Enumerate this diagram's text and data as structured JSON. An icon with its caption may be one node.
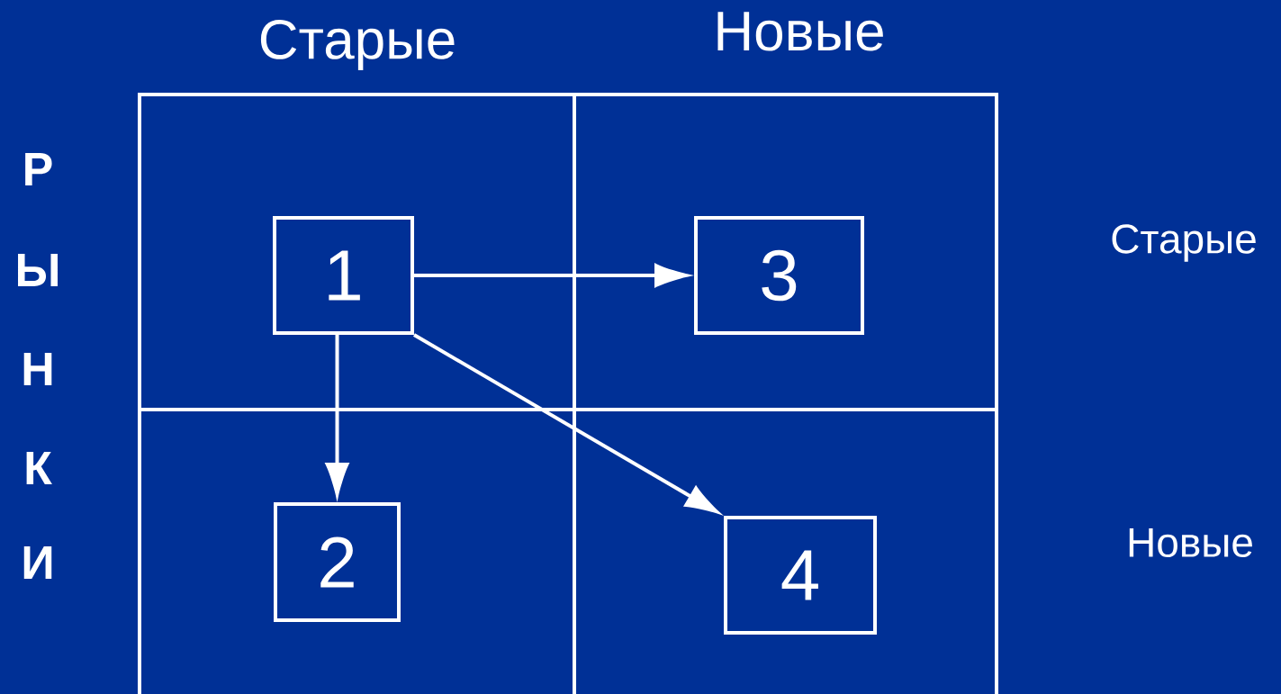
{
  "diagram": {
    "nodes": [
      {
        "text": [
          "1"
        ]
      },
      {
        "text": [
          "3"
        ]
      },
      {
        "text": [
          "2"
        ]
      },
      {
        "text": [
          "4"
        ]
      }
    ],
    "edges": [
      {
        "from": 0,
        "to": 1,
        "arrow": "to"
      },
      {
        "from": 0,
        "to": 2,
        "arrow": "to"
      },
      {
        "from": 0,
        "to": 3,
        "arrow": "to"
      }
    ],
    "labels": [
      "Старые",
      "Новые",
      "Р",
      "Ы",
      "Н",
      "К",
      "И",
      "Старые",
      "Новые"
    ]
  }
}
